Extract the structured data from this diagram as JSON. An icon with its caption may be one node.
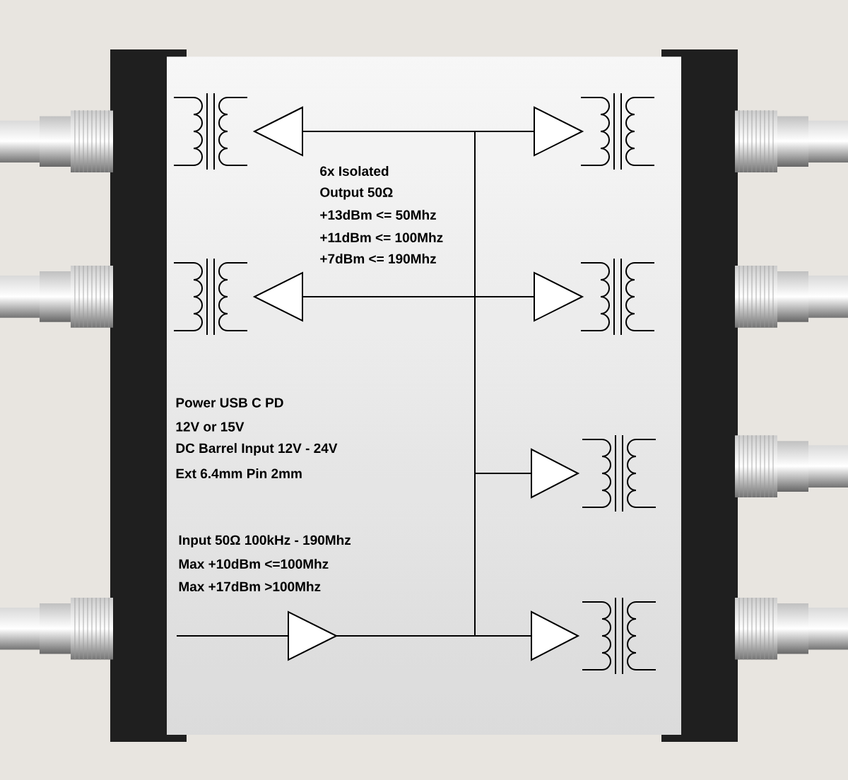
{
  "diagram": {
    "labels": [
      "6x Isolated",
      "Output 50Ω",
      "+13dBm <= 50Mhz",
      "+11dBm <= 100Mhz",
      "+7dBm   <= 190Mhz",
      "Power USB C PD",
      "12V or 15V",
      "DC Barrel Input 12V - 24V",
      "Ext 6.4mm Pin 2mm",
      "Input 50Ω 100kHz - 190Mhz",
      "Max +10dBm <=100Mhz",
      "Max +17dBm >100Mhz"
    ]
  }
}
